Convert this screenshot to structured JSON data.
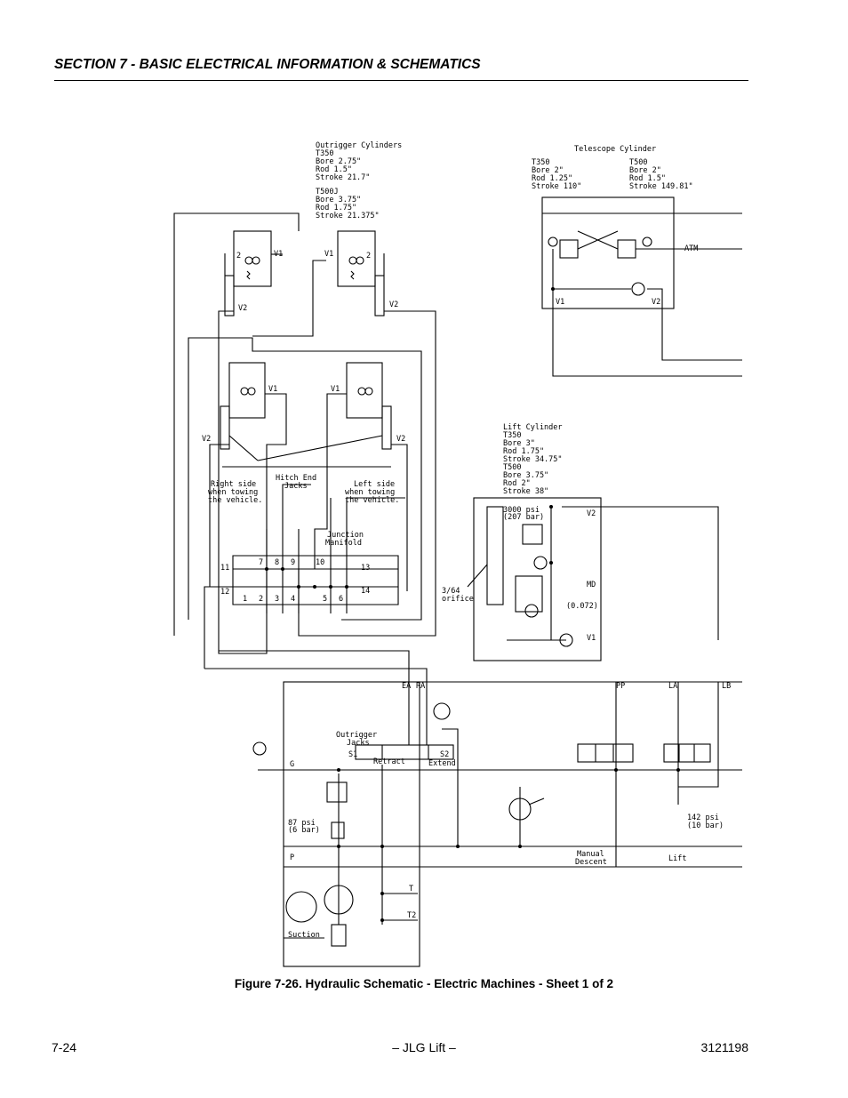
{
  "header": {
    "section_title": "SECTION 7 - BASIC ELECTRICAL INFORMATION & SCHEMATICS"
  },
  "figure": {
    "caption": "Figure 7-26.  Hydraulic Schematic - Electric Machines - Sheet 1 of 2"
  },
  "footer": {
    "page_number": "7-24",
    "center": "– JLG Lift –",
    "doc_number": "3121198"
  },
  "schematic": {
    "outrigger": {
      "title": "Outrigger Cylinders",
      "t350": "T350",
      "t350_bore": "Bore 2.75\"",
      "t350_rod": "Rod 1.5\"",
      "t350_stroke": "Stroke 21.7\"",
      "t500": "T500J",
      "t500_bore": "Bore 3.75\"",
      "t500_rod": "Rod 1.75\"",
      "t500_stroke": "Stroke 21.375\""
    },
    "telescope": {
      "title": "Telescope Cylinder",
      "t350": "T350",
      "t350_bore": "Bore 2\"",
      "t350_rod": "Rod 1.25\"",
      "t350_stroke": "Stroke 110\"",
      "t500": "T500",
      "t500_bore": "Bore 2\"",
      "t500_rod": "Rod 1.5\"",
      "t500_stroke": "Stroke 149.81\"",
      "atm": "ATM",
      "v1": "V1",
      "v2": "V2"
    },
    "lift": {
      "title": "Lift Cylinder",
      "t350": "T350",
      "t350_bore": "Bore 3\"",
      "t350_rod": "Rod 1.75\"",
      "t350_stroke": "Stroke 34.75\"",
      "t500": "T500",
      "t500_bore": "Bore 3.75\"",
      "t500_rod": "Rod 2\"",
      "t500_stroke": "Stroke 38\"",
      "relief_psi": "3000 psi",
      "relief_bar": "(207 bar)",
      "v2": "V2",
      "md": "MD",
      "v1": "V1",
      "orifice_size": "(0.072)",
      "orifice_note_1": "3/64",
      "orifice_note_2": "orifice"
    },
    "labels": {
      "v1": "V1",
      "v2": "V2",
      "two": "2",
      "one": "1",
      "hitch_1": "Hitch End",
      "hitch_2": "Jacks",
      "right_1": "Right side",
      "right_2": "when towing",
      "right_3": "the vehicle.",
      "left_1": "Left side",
      "left_2": "when towing",
      "left_3": "the vehicle.",
      "junction_1": "Junction",
      "junction_2": "Manifold",
      "port_7": "7",
      "port_8": "8",
      "port_9": "9",
      "port_10": "10",
      "port_11": "11",
      "port_12": "12",
      "port_13": "13",
      "port_14": "14",
      "port_1": "1",
      "port_2": "2",
      "port_3": "3",
      "port_4": "4",
      "port_5": "5",
      "port_6": "6",
      "ea": "EA",
      "ra": "RA",
      "pp": "PP",
      "la": "LA",
      "lb": "LB",
      "outrigger_jacks_1": "Outrigger",
      "outrigger_jacks_2": "Jacks",
      "s1": "S1",
      "retract": "Retract",
      "s2": "S2",
      "extend": "Extend",
      "g": "G",
      "p": "P",
      "t": "T",
      "t2": "T2",
      "psi87": "87 psi",
      "bar6": "(6 bar)",
      "psi142": "142 psi",
      "bar10": "(10 bar)",
      "manual_1": "Manual",
      "manual_2": "Descent",
      "lift": "Lift",
      "suction": "Suction"
    }
  }
}
